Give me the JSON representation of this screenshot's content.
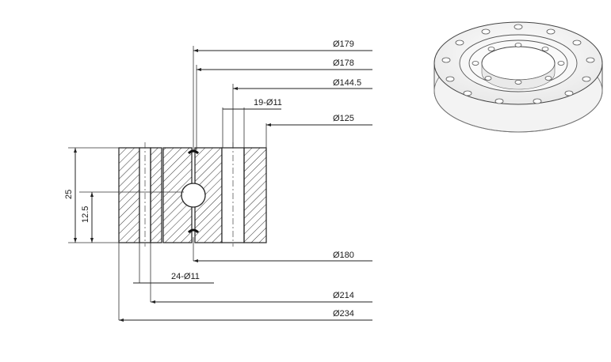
{
  "drawing": {
    "dims": {
      "d179": "Ø179",
      "d178": "Ø178",
      "d1445": "Ø144.5",
      "holes19": "19-Ø11",
      "d125": "Ø125",
      "d180": "Ø180",
      "holes24": "24-Ø11",
      "d214": "Ø214",
      "d234": "Ø234",
      "h25": "25",
      "h125": "12.5"
    }
  }
}
